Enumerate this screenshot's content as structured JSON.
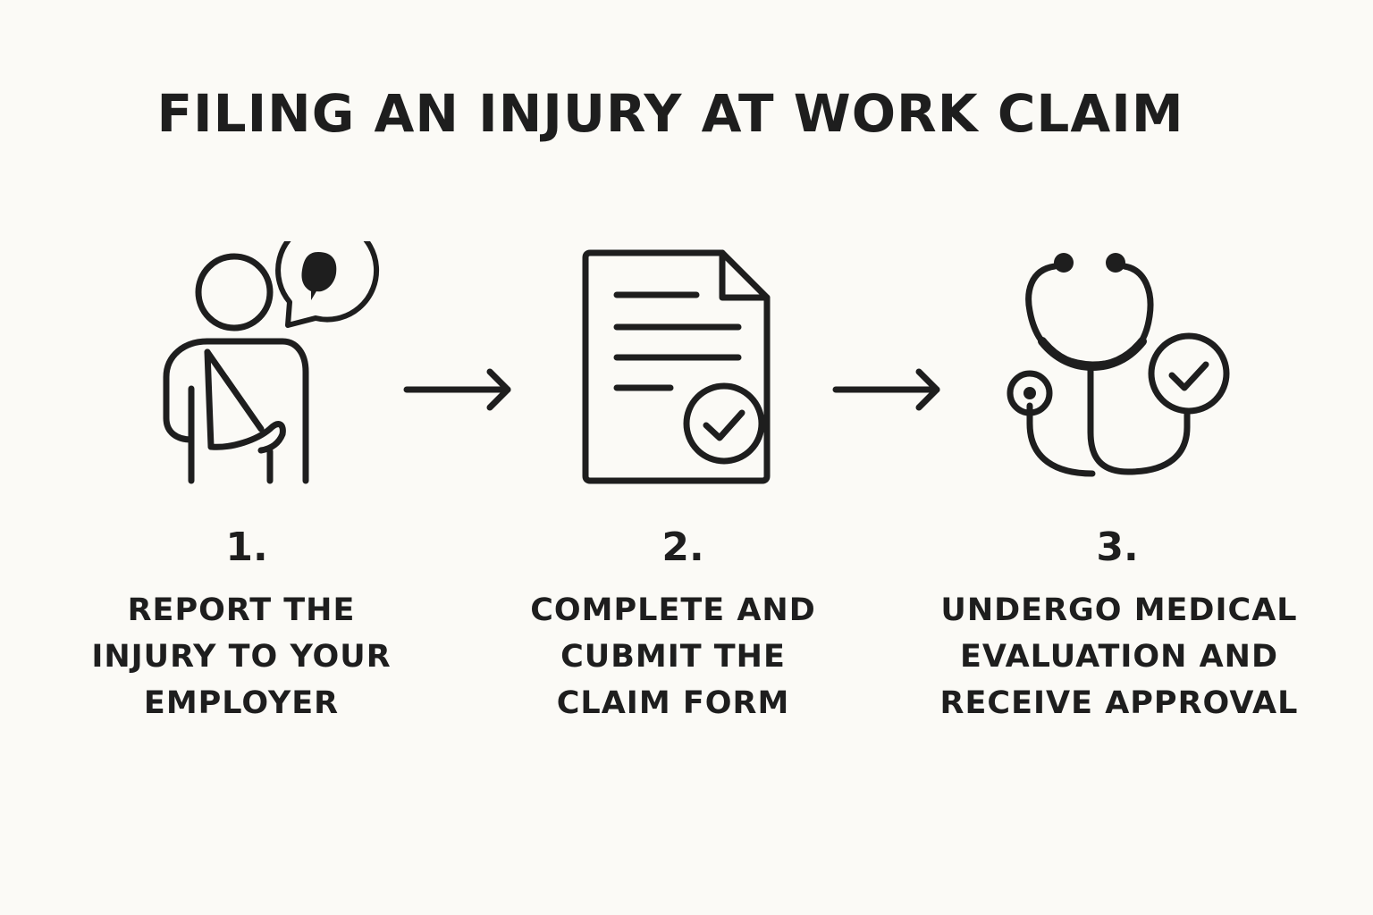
{
  "title": "FILING AN INJURY AT WORK CLAIM",
  "colors": {
    "background": "#fbfaf6",
    "ink": "#1e1e1e"
  },
  "steps": [
    {
      "number": "1.",
      "icon": "injured-person-speech-bubble-icon",
      "lines": [
        "REPORT THE",
        "INJURY TO YOUR",
        "EMPLOYER"
      ]
    },
    {
      "number": "2.",
      "icon": "document-check-icon",
      "lines": [
        "COMPLETE AND",
        "CUBMIT THE",
        "CLAIM FORM"
      ]
    },
    {
      "number": "3.",
      "icon": "stethoscope-check-icon",
      "lines": [
        "UNDERGO MEDICAL",
        "EVALUATION AND",
        "RECEIVE APPROVAL"
      ]
    }
  ]
}
